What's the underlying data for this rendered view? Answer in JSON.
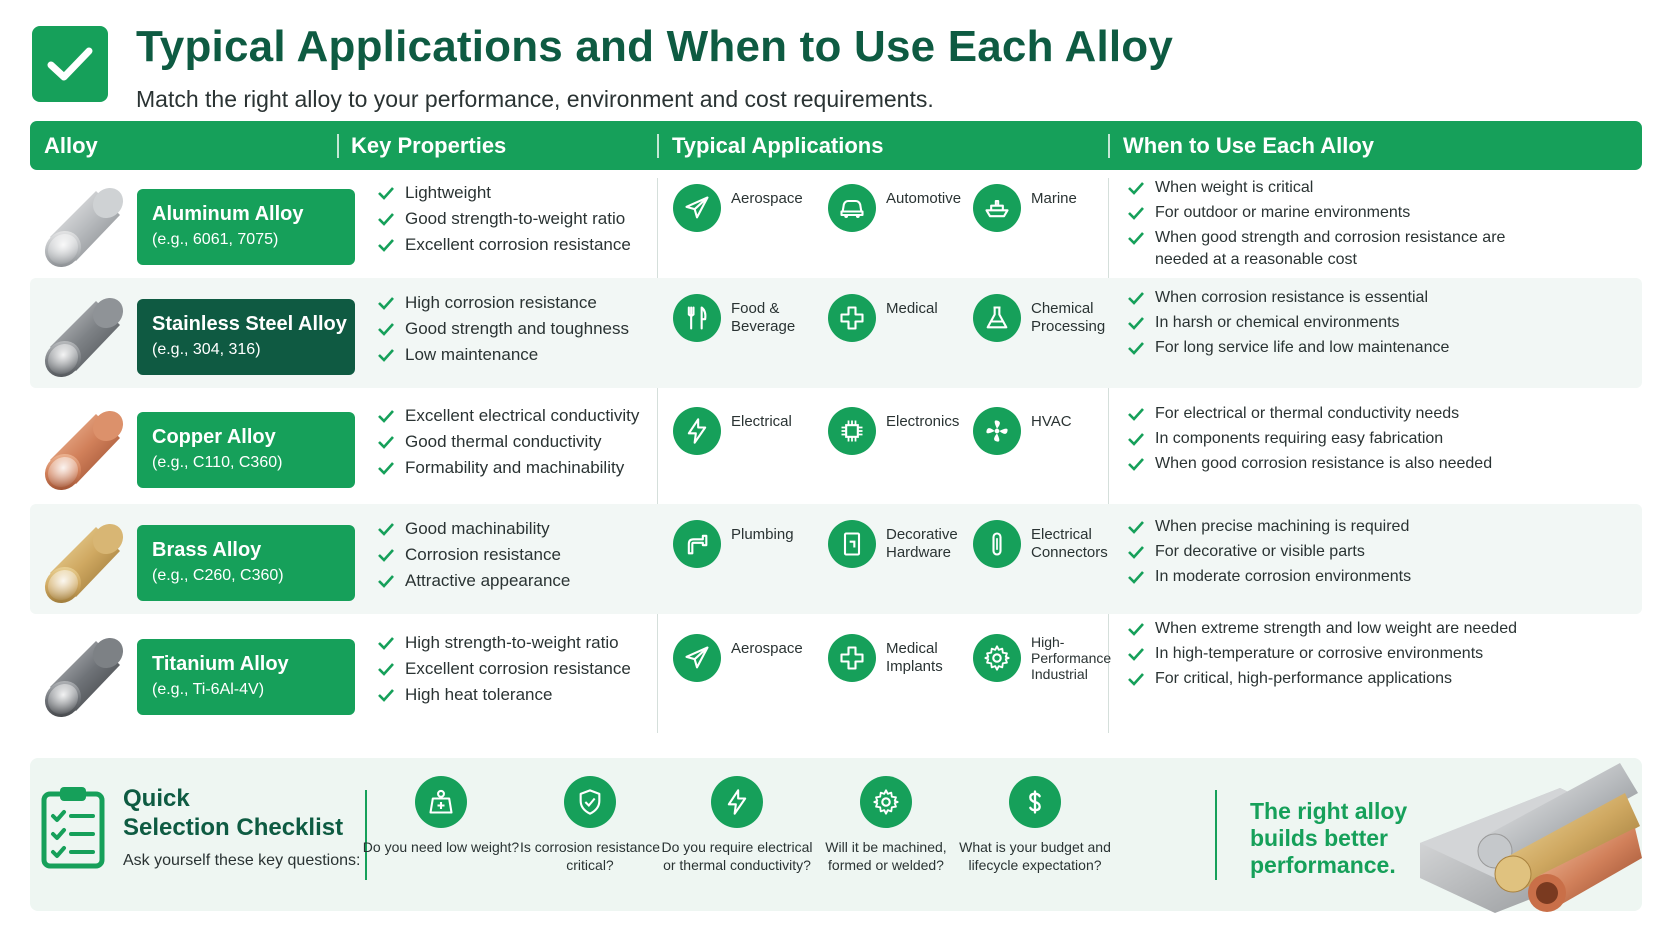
{
  "header": {
    "title": "Typical Applications and When to Use Each Alloy",
    "subtitle": "Match the right alloy to your performance, environment and cost requirements.",
    "icon": "checkmark-icon"
  },
  "columns": [
    "Alloy",
    "Key Properties",
    "Typical Applications",
    "When to Use Each Alloy"
  ],
  "colors": {
    "primary_green": "#16a05a",
    "dark_green": "#0f5a42",
    "title_green": "#0e5b42",
    "row_alt": "#f2f7f5"
  },
  "alloys": [
    {
      "name": "Aluminum Alloy",
      "example": "(e.g., 6061, 7075)",
      "properties": [
        "Lightweight",
        "Good strength-to-weight ratio",
        "Excellent corrosion resistance"
      ],
      "applications": [
        {
          "label": "Aerospace",
          "icon": "airplane-icon"
        },
        {
          "label": "Automotive",
          "icon": "car-icon"
        },
        {
          "label": "Marine",
          "icon": "ship-icon"
        }
      ],
      "when": [
        "When weight is critical",
        "For outdoor or marine environments",
        "When good strength and corrosion resistance are needed at a reasonable cost"
      ]
    },
    {
      "name": "Stainless Steel Alloy",
      "example": "(e.g., 304, 316)",
      "properties": [
        "High corrosion resistance",
        "Good strength and toughness",
        "Low maintenance"
      ],
      "applications": [
        {
          "label": "Food &\nBeverage",
          "icon": "fork-knife-icon"
        },
        {
          "label": "Medical",
          "icon": "medical-cross-icon"
        },
        {
          "label": "Chemical\nProcessing",
          "icon": "flask-icon"
        }
      ],
      "when": [
        "When corrosion resistance is essential",
        "In harsh or chemical environments",
        "For long service life and low maintenance"
      ]
    },
    {
      "name": "Copper Alloy",
      "example": "(e.g., C110, C360)",
      "properties": [
        "Excellent electrical conductivity",
        "Good thermal conductivity",
        "Formability and machinability"
      ],
      "applications": [
        {
          "label": "Electrical",
          "icon": "lightning-icon"
        },
        {
          "label": "Electronics",
          "icon": "chip-icon"
        },
        {
          "label": "HVAC",
          "icon": "fan-icon"
        }
      ],
      "when": [
        "For electrical or thermal conductivity needs",
        "In components requiring easy fabrication",
        "When good corrosion resistance is also needed"
      ]
    },
    {
      "name": "Brass Alloy",
      "example": "(e.g., C260, C360)",
      "properties": [
        "Good machinability",
        "Corrosion resistance",
        "Attractive appearance"
      ],
      "applications": [
        {
          "label": "Plumbing",
          "icon": "faucet-icon"
        },
        {
          "label": "Decorative\nHardware",
          "icon": "door-handle-icon"
        },
        {
          "label": "Electrical\nConnectors",
          "icon": "connector-icon"
        }
      ],
      "when": [
        "When precise machining is required",
        "For decorative or visible parts",
        "In moderate corrosion environments"
      ]
    },
    {
      "name": "Titanium Alloy",
      "example": "(e.g., Ti-6Al-4V)",
      "properties": [
        "High strength-to-weight ratio",
        "Excellent corrosion resistance",
        "High heat tolerance"
      ],
      "applications": [
        {
          "label": "Aerospace",
          "icon": "airplane-icon"
        },
        {
          "label": "Medical\nImplants",
          "icon": "medical-cross-icon"
        },
        {
          "label": "High-\nPerformance\nIndustrial",
          "icon": "gear-icon"
        }
      ],
      "when": [
        "When extreme strength and low weight are needed",
        "In high-temperature or corrosive environments",
        "For critical, high-performance applications"
      ]
    }
  ],
  "checklist": {
    "title": "Quick\nSelection Checklist",
    "subtitle": "Ask yourself these key questions:",
    "icon": "clipboard-checklist-icon",
    "questions": [
      {
        "text": "Do you need low weight?",
        "icon": "weight-icon"
      },
      {
        "text": "Is corrosion resistance critical?",
        "icon": "shield-check-icon"
      },
      {
        "text": "Do you require electrical or thermal conductivity?",
        "icon": "lightning-icon"
      },
      {
        "text": "Will it be machined, formed or welded?",
        "icon": "gear-icon"
      },
      {
        "text": "What is your budget and lifecycle expectation?",
        "icon": "dollar-icon"
      }
    ],
    "tagline": "The right alloy builds better performance."
  }
}
